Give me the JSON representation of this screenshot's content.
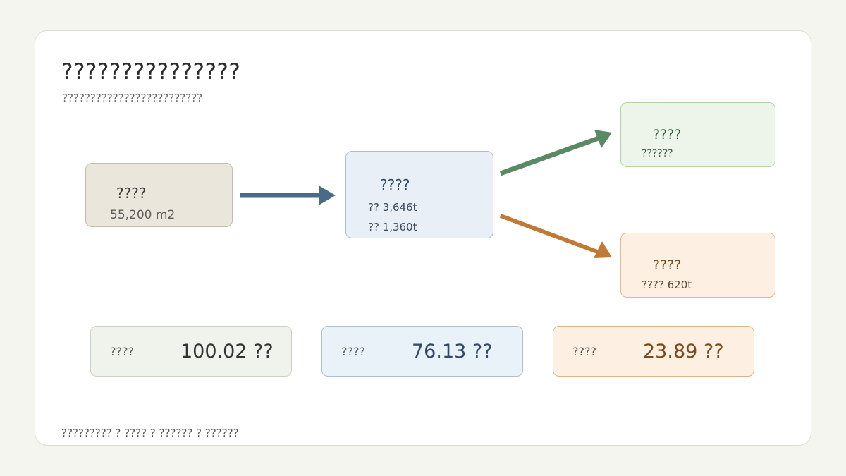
{
  "header": {
    "title": "???????????????",
    "subtitle": "?????????????????????????"
  },
  "nodes": {
    "source": {
      "title": "????",
      "detail": "55,200 m2"
    },
    "center": {
      "title": "????",
      "line1": "?? 3,646t",
      "line2": "?? 1,360t"
    },
    "green": {
      "title": "????",
      "detail": "??????"
    },
    "orange": {
      "title": "????",
      "detail": "???? 620t"
    }
  },
  "stats": [
    {
      "label": "????",
      "value": "100.02 ??"
    },
    {
      "label": "????",
      "value": "76.13 ??"
    },
    {
      "label": "????",
      "value": "23.89 ??"
    }
  ],
  "footer": {
    "note": "????????? ? ???? ? ?????? ? ??????"
  },
  "colors": {
    "arrow_blue": "#4a6a8a",
    "arrow_green": "#5a8a64",
    "arrow_orange": "#c07a35",
    "text_dark": "#2b2b2b",
    "text_blue": "#2e4a66",
    "text_green": "#2f5a36",
    "text_brown": "#7a4a1a"
  }
}
